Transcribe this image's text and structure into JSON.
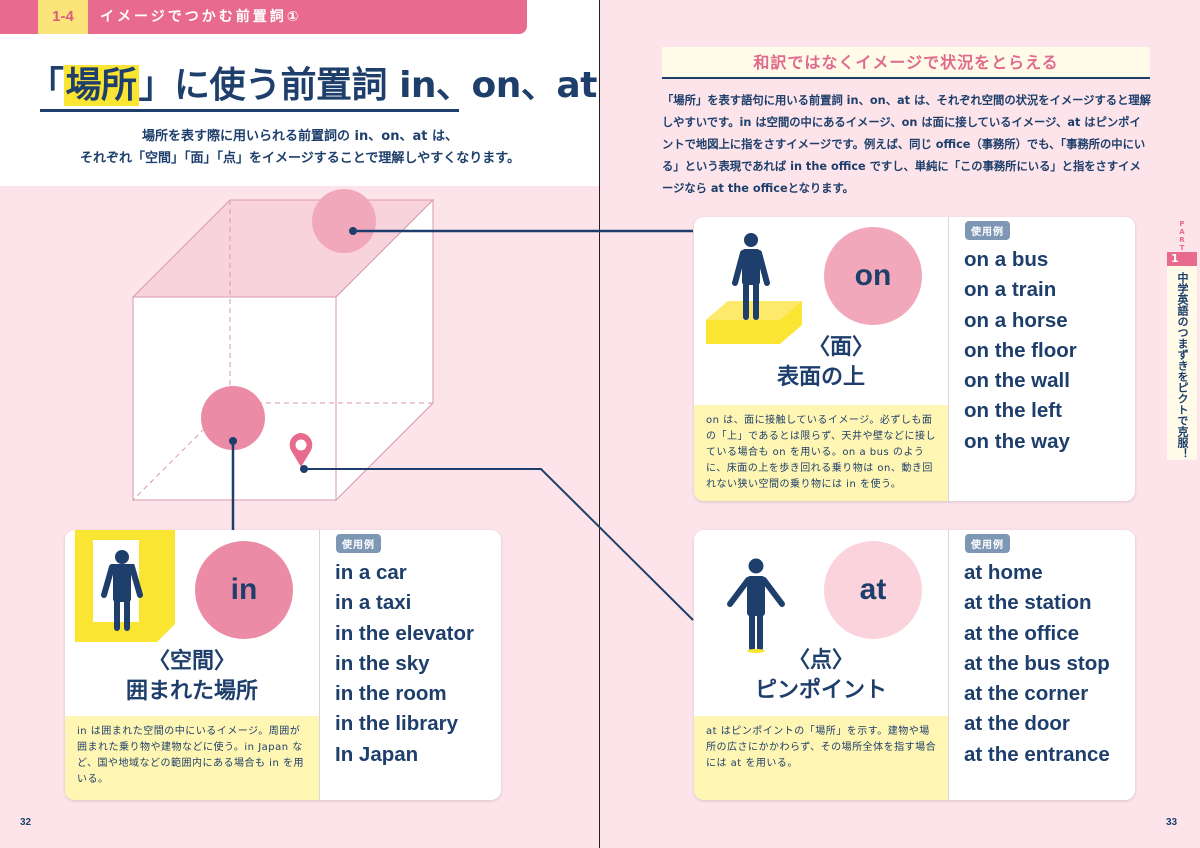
{
  "left_page": {
    "section_number": "1-4",
    "section_title": "イメージでつかむ前置詞①",
    "title": {
      "open_bracket": "「",
      "highlight": "場所",
      "rest": "」に使う前置詞 in、on、at"
    },
    "subtitle_line1": "場所を表す際に用いられる前置詞の in、on、at は、",
    "subtitle_line2": "それぞれ「空間」「面」「点」をイメージすることで理解しやすくなります。",
    "page_number": "32"
  },
  "right_page": {
    "heading": "和訳ではなくイメージで状況をとらえる",
    "body": "「場所」を表す語句に用いる前置詞 in、on、at は、それぞれ空間の状況をイメージすると理解しやすいです。in は空間の中にあるイメージ、on は面に接しているイメージ、at はピンポイントで地図上に指をさすイメージです。例えば、同じ office（事務所）でも、「事務所の中にいる」という表現であれば in the office ですし、単純に「この事務所にいる」と指をさすイメージなら at the officeとなります。",
    "page_number": "33",
    "side_tab": {
      "part_label": "PART",
      "part_number": "1",
      "book_title": "中学英語のつまずきをピクトで克服！"
    }
  },
  "cards": {
    "in": {
      "preposition": "in",
      "concept_bracket": "〈空間〉",
      "concept": "囲まれた場所",
      "note": "in は囲まれた空間の中にいるイメージ。周囲が囲まれた乗り物や建物などに使う。in Japan など、国や地域などの範囲内にある場合も in を用いる。",
      "examples_label": "使用例",
      "examples": [
        "in a car",
        "in a taxi",
        "in the elevator",
        "in the sky",
        "in the room",
        "in the library",
        "In Japan"
      ],
      "circle_color": "#ec8ba5"
    },
    "on": {
      "preposition": "on",
      "concept_bracket": "〈面〉",
      "concept": "表面の上",
      "note": "on は、面に接触しているイメージ。必ずしも面の「上」であるとは限らず、天井や壁などに接している場合も on を用いる。on a bus のように、床面の上を歩き回れる乗り物は on、動き回れない狭い空間の乗り物には in を使う。",
      "examples_label": "使用例",
      "examples": [
        "on a bus",
        "on a train",
        "on a horse",
        "on the floor",
        "on the wall",
        "on the left",
        "on the way"
      ],
      "circle_color": "#f2a8bb"
    },
    "at": {
      "preposition": "at",
      "concept_bracket": "〈点〉",
      "concept": "ピンポイント",
      "note": "at はピンポイントの「場所」を示す。建物や場所の広さにかかわらず、その場所全体を指す場合には at を用いる。",
      "examples_label": "使用例",
      "examples": [
        "at home",
        "at the station",
        "at the office",
        "at the bus stop",
        "at the corner",
        "at the door",
        "at the entrance"
      ],
      "circle_color": "#fad3dd"
    }
  },
  "colors": {
    "navy": "#1e3f6b",
    "pink_band": "#e86b8d",
    "yellow": "#fbe533",
    "background_pink": "#fce4ea",
    "note_yellow": "#fff6b3"
  }
}
